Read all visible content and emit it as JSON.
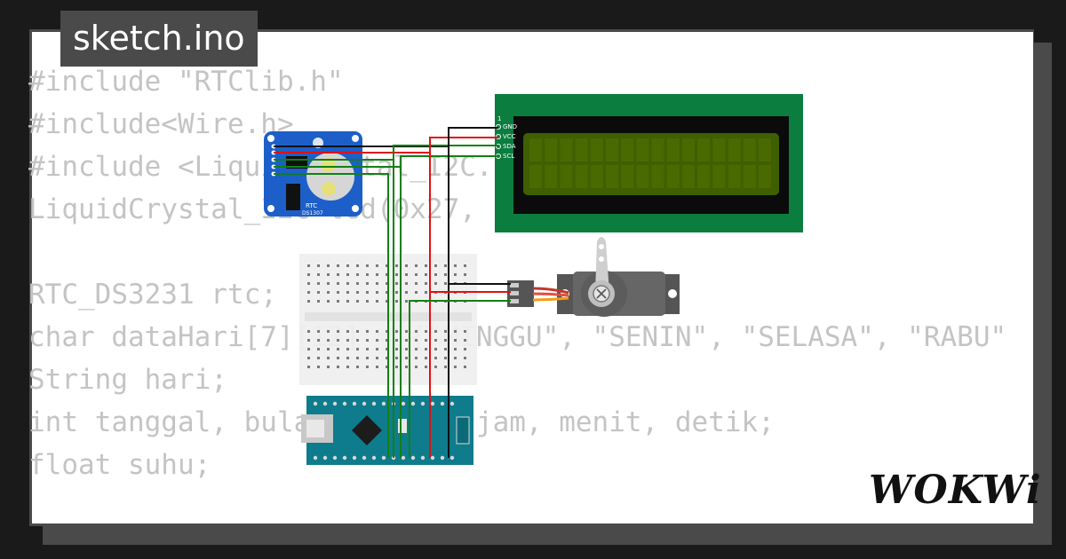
{
  "window": {
    "title": "sketch.ino"
  },
  "code_lines": [
    "#include \"RTClib.h\"",
    "#include<Wire.h>",
    "#include <LiquidCrystal_I2C.h>",
    "LiquidCrystal_I2C lcd(0x27, 16, 2);",
    "",
    "RTC_DS3231 rtc;",
    "char dataHari[7][12] = {\"MINGGU\", \"SENIN\", \"SELASA\", \"RABU\"",
    "String hari;",
    "int tanggal, bulan, tahun, jam, menit, detik;",
    "float suhu;"
  ],
  "lcd": {
    "pins": [
      "1",
      "GND",
      "VCC",
      "SDA",
      "SCL"
    ]
  },
  "rtc": {
    "label": "RTC",
    "model": "DS1307"
  },
  "logo": "WOKWi",
  "colors": {
    "frame": "#4a4a4a",
    "code_text": "#c4c4c4",
    "lcd_board": "#0a7d3f",
    "lcd_screen": "#3f5f00",
    "rtc_board": "#1d5fc8",
    "nano_board": "#0e7c8c",
    "wire_red": "#e01010",
    "wire_black": "#111111",
    "wire_green": "#128012"
  }
}
